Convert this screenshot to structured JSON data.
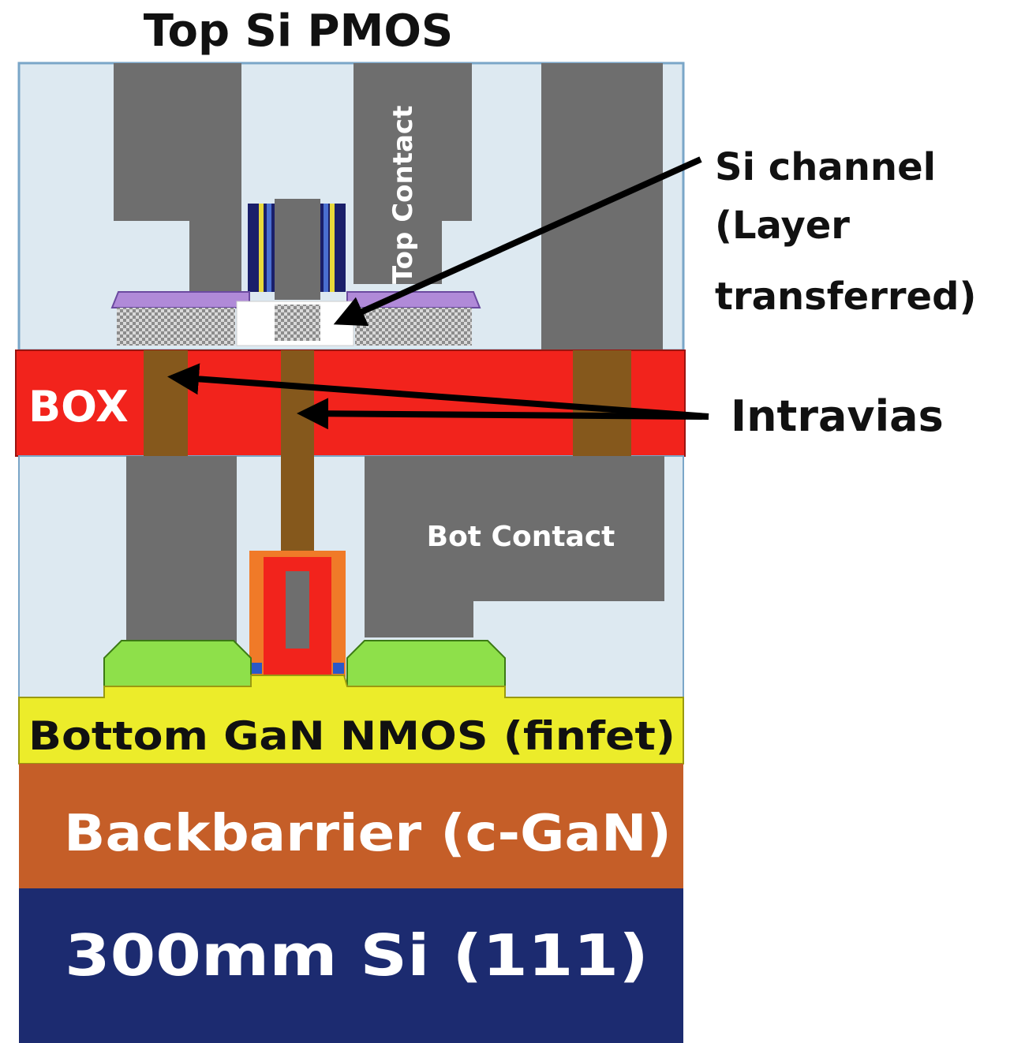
{
  "labels": {
    "title": "Top Si PMOS",
    "top_contact": "Top Contact",
    "si_channel_line1": "Si channel",
    "si_channel_line2": "(Layer",
    "si_channel_line3": "transferred)",
    "box": "BOX",
    "intravias": "Intravias",
    "bot_contact": "Bot Contact",
    "bottom_nmos": "Bottom GaN NMOS (finfet)",
    "backbarrier": "Backbarrier (c-GaN)",
    "substrate": "300mm Si (111)"
  },
  "colors": {
    "dielectric": "#dde9f1",
    "metal": "#6e6e6e",
    "box": "#f2231c",
    "via": "#85581c",
    "silicide": "#b08ad8",
    "epi_fill": "#c9c9c9",
    "gan_channel": "#ecec2a",
    "nmos_source_drain": "#8ee04a",
    "spacer": "#f07a28",
    "gate_oxide": "#2b58c8",
    "backbarrier": "#c55e28",
    "substrate": "#1c2b70",
    "text_dark": "#111111",
    "text_light": "#ffffff"
  }
}
